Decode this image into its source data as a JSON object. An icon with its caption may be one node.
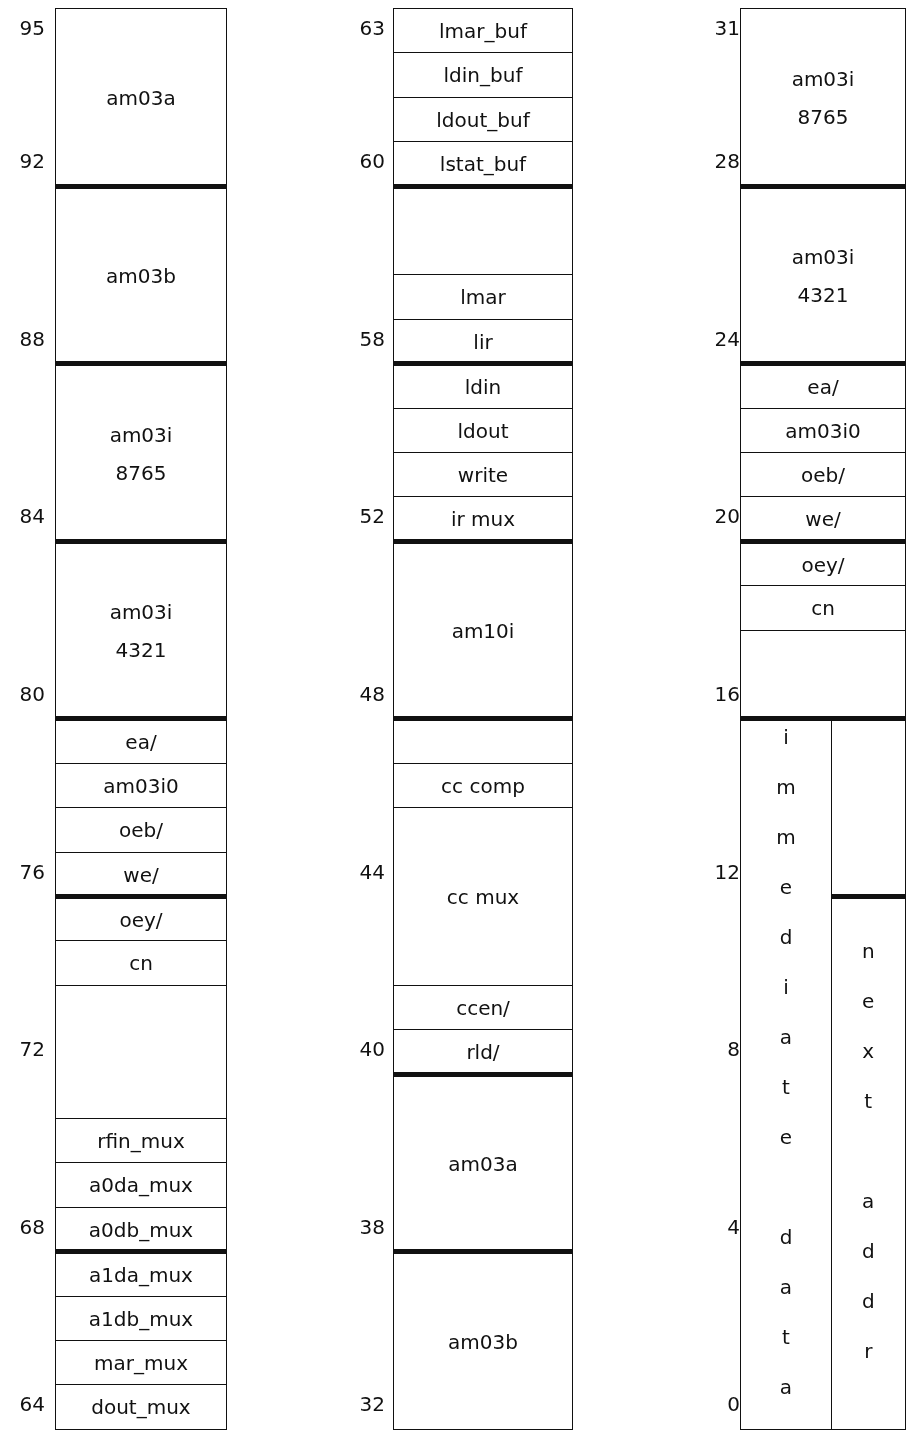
{
  "diagram": {
    "nodes": [
      {
        "text": [
          "am03a"
        ]
      },
      {
        "text": [
          "am03b"
        ]
      },
      {
        "text": [
          "am03i",
          "8765"
        ]
      },
      {
        "text": [
          "am03i",
          "4321"
        ]
      },
      {
        "text": [
          "ea/"
        ]
      },
      {
        "text": [
          "am03i0"
        ]
      },
      {
        "text": [
          "oeb/"
        ]
      },
      {
        "text": [
          "we/"
        ]
      },
      {
        "text": [
          "oey/"
        ]
      },
      {
        "text": [
          "cn"
        ]
      },
      {
        "text": [],
        "shape": "box"
      },
      {
        "text": [
          "rfin_mux"
        ]
      },
      {
        "text": [
          "a0da_mux"
        ]
      },
      {
        "text": [
          "a0db_mux"
        ]
      },
      {
        "text": [
          "a1da_mux"
        ]
      },
      {
        "text": [
          "a1db_mux"
        ]
      },
      {
        "text": [
          "mar_mux"
        ]
      },
      {
        "text": [
          "dout_mux"
        ]
      },
      {
        "text": [
          "lmar_buf"
        ]
      },
      {
        "text": [
          "ldin_buf"
        ]
      },
      {
        "text": [
          "ldout_buf"
        ]
      },
      {
        "text": [
          "lstat_buf"
        ]
      },
      {
        "text": [],
        "shape": "box"
      },
      {
        "text": [
          "lmar"
        ]
      },
      {
        "text": [
          "lir"
        ]
      },
      {
        "text": [
          "ldin"
        ]
      },
      {
        "text": [
          "ldout"
        ]
      },
      {
        "text": [
          "write"
        ]
      },
      {
        "text": [
          "ir mux"
        ]
      },
      {
        "text": [
          "am10i"
        ]
      },
      {
        "text": [],
        "shape": "box"
      },
      {
        "text": [
          "cc comp"
        ]
      },
      {
        "text": [
          "cc mux"
        ]
      },
      {
        "text": [
          "ccen/"
        ]
      },
      {
        "text": [
          "rld/"
        ]
      },
      {
        "text": [
          "am03a"
        ]
      },
      {
        "text": [
          "am03b"
        ]
      },
      {
        "text": [
          "am03i",
          "8765"
        ]
      },
      {
        "text": [
          "am03i",
          "4321"
        ]
      },
      {
        "text": [
          "ea/"
        ]
      },
      {
        "text": [
          "am03i0"
        ]
      },
      {
        "text": [
          "oeb/"
        ]
      },
      {
        "text": [
          "we/"
        ]
      },
      {
        "text": [
          "oey/"
        ]
      },
      {
        "text": [
          "cn"
        ]
      },
      {
        "text": [],
        "shape": "box"
      },
      {
        "text": [
          "immediate data"
        ]
      },
      {
        "text": [],
        "shape": "box"
      },
      {
        "text": [
          "next addr"
        ]
      }
    ],
    "labels": [
      "95",
      "92",
      "88",
      "84",
      "80",
      "76",
      "72",
      "68",
      "64",
      "63",
      "60",
      "58",
      "52",
      "48",
      "44",
      "40",
      "38",
      "32",
      "31",
      "28",
      "24",
      "20",
      "16",
      "12",
      "8",
      "4",
      "0"
    ]
  }
}
